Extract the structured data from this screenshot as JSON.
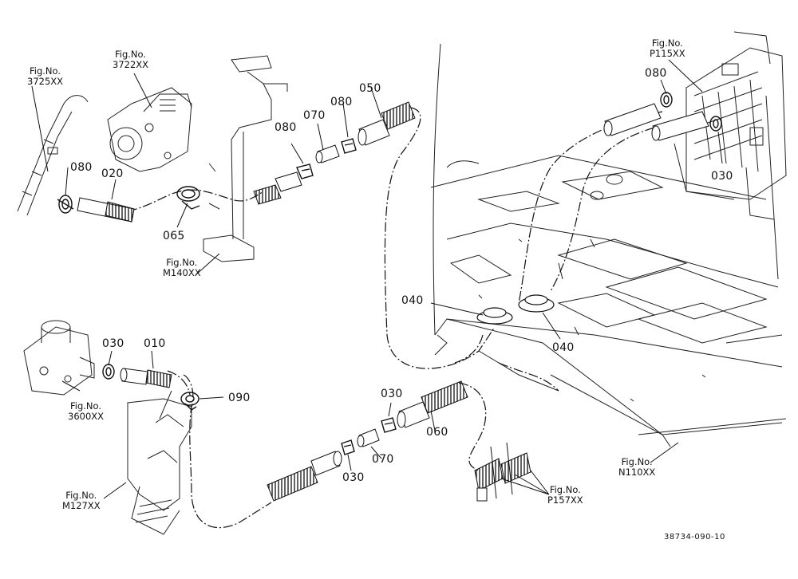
{
  "diagram_id": "38734-090-10",
  "parts": {
    "p010": "010",
    "p020": "020",
    "p030_a": "030",
    "p030_b": "030",
    "p030_c": "030",
    "p030_d": "030",
    "p040_a": "040",
    "p040_b": "040",
    "p050": "050",
    "p060": "060",
    "p065": "065",
    "p070_a": "070",
    "p070_b": "070",
    "p080_a": "080",
    "p080_b": "080",
    "p080_c": "080",
    "p080_d": "080",
    "p090": "090"
  },
  "figure_refs": {
    "fig_prefix": "Fig.No.",
    "f3725": "3725XX",
    "f3722": "3722XX",
    "fP115": "P115XX",
    "fM140": "M140XX",
    "f3600": "3600XX",
    "fM127": "M127XX",
    "fN110": "N110XX",
    "fP157": "P157XX"
  }
}
